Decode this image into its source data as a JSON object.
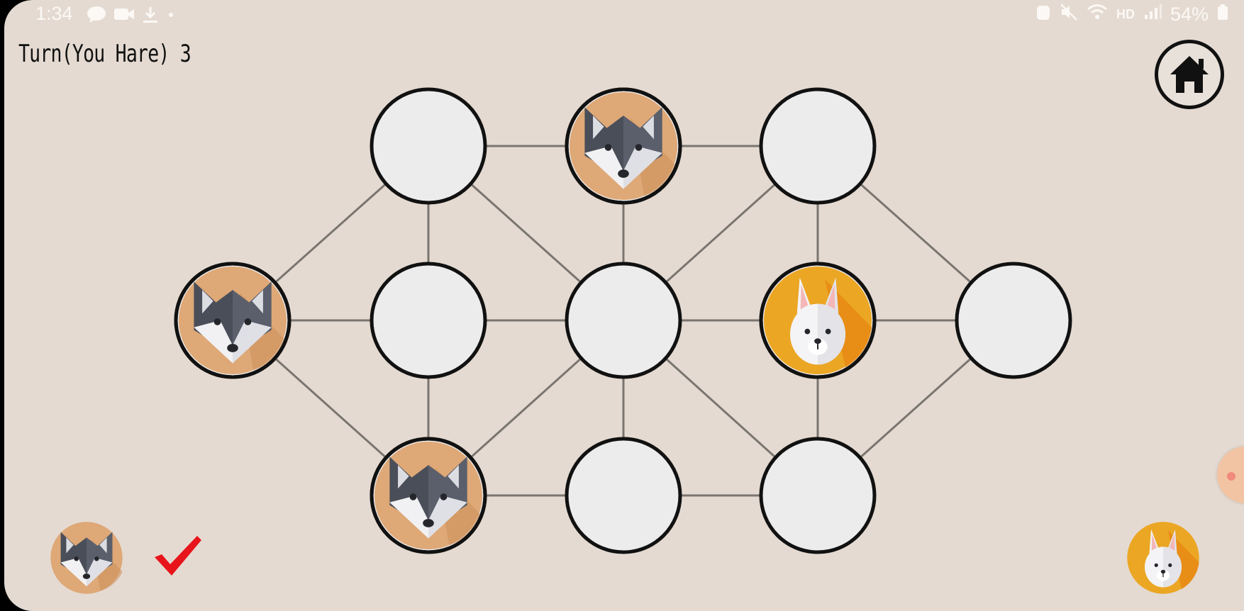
{
  "status_bar": {
    "time": "1:34",
    "left_icons": [
      "chat-icon",
      "video-icon",
      "download-icon",
      "dot-icon"
    ],
    "right_icons": [
      "alarm-icon",
      "mute-icon",
      "wifi-icon",
      "hd-voice-icon",
      "signal-icon"
    ],
    "hd_label": "HD",
    "battery": "54%"
  },
  "turn_label": "Turn(You Hare) 3",
  "home_button": {
    "icon": "home-icon"
  },
  "colors": {
    "background": "#e4dad1",
    "empty_node": "#ececec",
    "fox_bg": "#dea877",
    "hare_bg": "#f0a524",
    "check": "#e8141b",
    "edge": "#7a7570"
  },
  "board": {
    "nodes": [
      {
        "id": "n1",
        "row": 0,
        "col": 1,
        "piece": "empty"
      },
      {
        "id": "n2",
        "row": 0,
        "col": 2,
        "piece": "fox"
      },
      {
        "id": "n3",
        "row": 0,
        "col": 3,
        "piece": "empty"
      },
      {
        "id": "n4",
        "row": 1,
        "col": 0,
        "piece": "fox"
      },
      {
        "id": "n5",
        "row": 1,
        "col": 1,
        "piece": "empty"
      },
      {
        "id": "n6",
        "row": 1,
        "col": 2,
        "piece": "empty"
      },
      {
        "id": "n7",
        "row": 1,
        "col": 3,
        "piece": "hare"
      },
      {
        "id": "n8",
        "row": 1,
        "col": 4,
        "piece": "empty"
      },
      {
        "id": "n9",
        "row": 2,
        "col": 1,
        "piece": "fox"
      },
      {
        "id": "n10",
        "row": 2,
        "col": 2,
        "piece": "empty"
      },
      {
        "id": "n11",
        "row": 2,
        "col": 3,
        "piece": "empty"
      }
    ],
    "edges": [
      [
        "n1",
        "n2"
      ],
      [
        "n2",
        "n3"
      ],
      [
        "n1",
        "n4"
      ],
      [
        "n1",
        "n5"
      ],
      [
        "n1",
        "n6"
      ],
      [
        "n2",
        "n6"
      ],
      [
        "n3",
        "n6"
      ],
      [
        "n3",
        "n7"
      ],
      [
        "n3",
        "n8"
      ],
      [
        "n4",
        "n5"
      ],
      [
        "n5",
        "n6"
      ],
      [
        "n6",
        "n7"
      ],
      [
        "n7",
        "n8"
      ],
      [
        "n4",
        "n9"
      ],
      [
        "n5",
        "n9"
      ],
      [
        "n6",
        "n9"
      ],
      [
        "n6",
        "n10"
      ],
      [
        "n6",
        "n11"
      ],
      [
        "n7",
        "n11"
      ],
      [
        "n8",
        "n11"
      ],
      [
        "n9",
        "n10"
      ],
      [
        "n10",
        "n11"
      ]
    ]
  },
  "bottom": {
    "player_token": "fox",
    "turn_indicator": "checkmark-icon",
    "opponent_token": "hare"
  }
}
